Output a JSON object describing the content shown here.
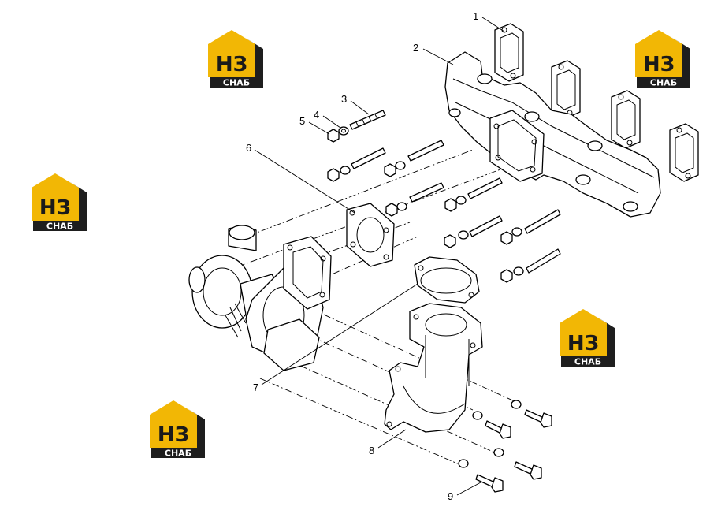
{
  "callouts": {
    "c1": "1",
    "c2": "2",
    "c3": "3",
    "c4": "4",
    "c5": "5",
    "c6": "6",
    "c7": "7",
    "c8": "8",
    "c9": "9"
  },
  "watermark": {
    "monogram": "НЗ",
    "word": "СНАБ",
    "colors": {
      "yellow": "#f2b705",
      "dark": "#1e1e1e"
    }
  }
}
